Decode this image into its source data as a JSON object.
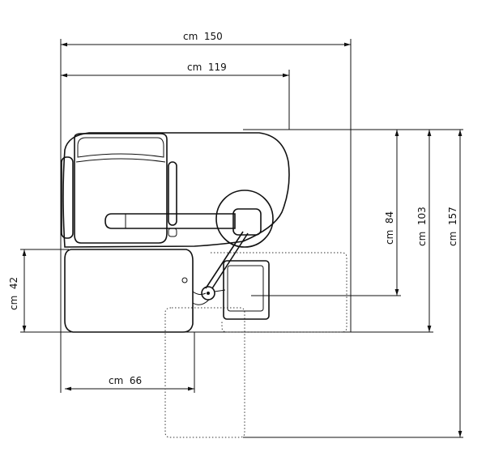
{
  "dimensions": {
    "width_total": "cm  150",
    "width_unit": "cm  119",
    "depth_headrest": "cm  84",
    "depth_unit": "cm  103",
    "depth_total": "cm  157",
    "seat_height": "cm  42",
    "seat_width": "cm  66"
  },
  "colors": {
    "line": "#111111",
    "background": "#ffffff"
  }
}
